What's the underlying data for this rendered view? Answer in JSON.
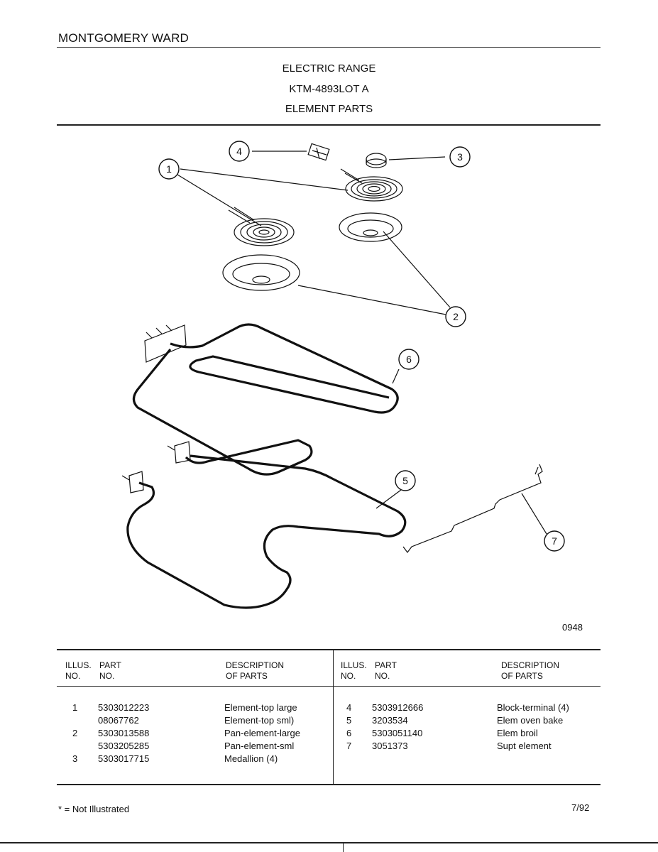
{
  "header": {
    "brand": "MONTGOMERY WARD",
    "title_lines": [
      "ELECTRIC RANGE",
      "KTM-4893LOT A",
      "ELEMENT PARTS"
    ]
  },
  "diagram": {
    "callouts": [
      "1",
      "2",
      "3",
      "4",
      "5",
      "6",
      "7"
    ],
    "figure_number": "0948"
  },
  "parts_table": {
    "headers": {
      "illus_no": [
        "ILLUS.",
        "NO."
      ],
      "part_no": [
        "PART",
        "NO."
      ],
      "description": [
        "DESCRIPTION",
        "OF PARTS"
      ]
    },
    "left_rows": [
      {
        "illus": "1",
        "part": "5303012223",
        "desc": "Element-top large"
      },
      {
        "illus": "",
        "part": "08067762",
        "desc": "Element-top sml)"
      },
      {
        "illus": "2",
        "part": "5303013588",
        "desc": "Pan-element-large"
      },
      {
        "illus": "",
        "part": "5303205285",
        "desc": "Pan-element-sml"
      },
      {
        "illus": "3",
        "part": "5303017715",
        "desc": "Medallion (4)"
      }
    ],
    "right_rows": [
      {
        "illus": "4",
        "part": "5303912666",
        "desc": "Block-terminal (4)"
      },
      {
        "illus": "5",
        "part": "3203534",
        "desc": "Elem oven bake"
      },
      {
        "illus": "6",
        "part": "5303051140",
        "desc": "Elem broil"
      },
      {
        "illus": "7",
        "part": "3051373",
        "desc": "Supt element"
      }
    ]
  },
  "footer": {
    "note": "* = Not Illustrated",
    "date": "7/92"
  }
}
